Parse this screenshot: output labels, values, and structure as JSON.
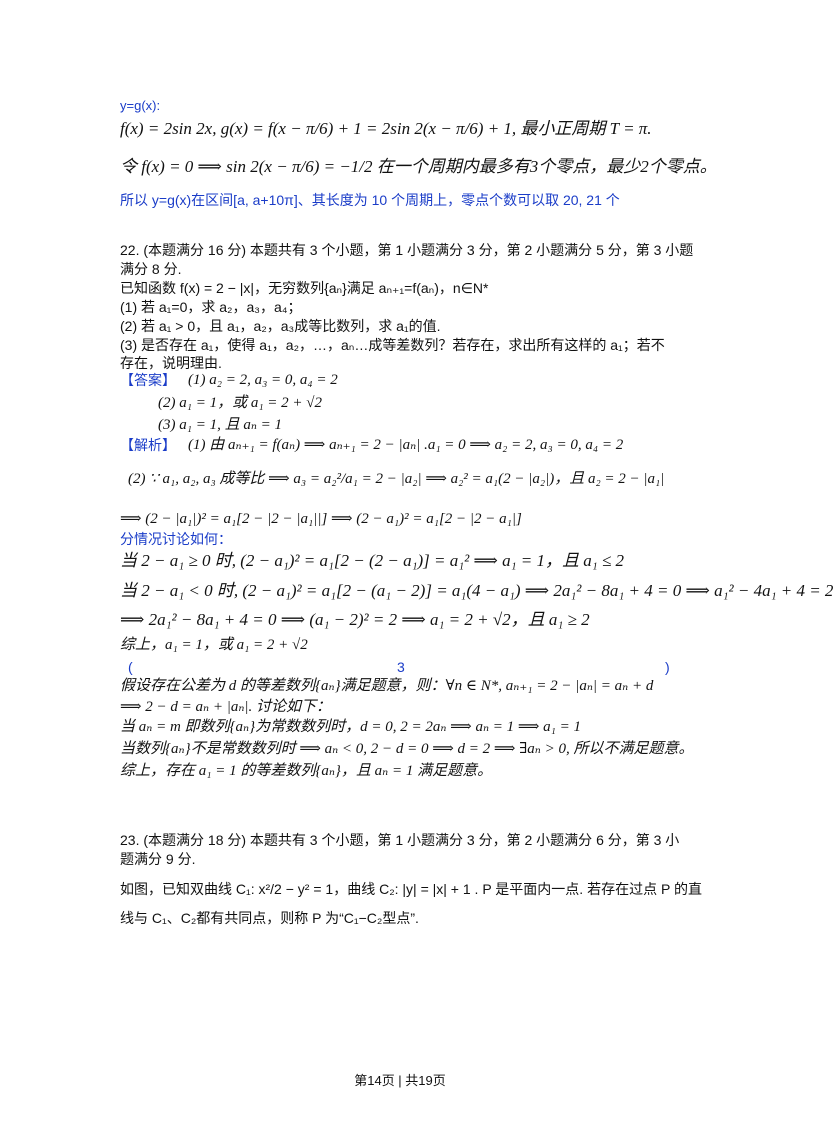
{
  "top": {
    "yg": "y=g(x):",
    "f_def": "f(x) = 2sin 2x, g(x) = f(x − π/6) + 1 = 2sin 2(x − π/6) + 1, 最小正周期 T = π.",
    "zero": "令 f(x) = 0 ⟹ sin 2(x − π/6) = −1/2 在一个周期内最多有3个零点，最少2个零点。",
    "conclusion": "所以 y=g(x)在区间[a, a+10π]、其长度为 10 个周期上，零点个数可以取 20, 21 个"
  },
  "q22": {
    "head1": "22. (本题满分 16 分) 本题共有 3 个小题，第 1 小题满分 3 分，第 2 小题满分 5 分，第 3 小题",
    "head2": "满分 8 分.",
    "given": "已知函数 f(x) = 2 − |x|，无穷数列{aₙ}满足 aₙ₊₁=f(aₙ)，n∈N*",
    "p1": "(1) 若 a₁=0，求 a₂，a₃，a₄；",
    "p2": "(2) 若 a₁ > 0，且 a₁，a₂，a₃成等比数列，求 a₁的值.",
    "p3a": "(3) 是否存在 a₁，使得 a₁，a₂，…，aₙ…成等差数列？若存在，求出所有这样的 a₁；若不",
    "p3b": "存在，说明理由.",
    "ans_tag": "【答案】",
    "ans1": "(1)   a₂ = 2, a₃ = 0, a₄ = 2",
    "ans2": "(2)   a₁ = 1，或 a₁ = 2 + √2",
    "ans3": "(3)   a₁ = 1, 且 aₙ = 1",
    "sol_tag": "【解析】",
    "sol1": "(1)   由 aₙ₊₁ = f(aₙ) ⟹ aₙ₊₁ = 2 − |aₙ| .a₁ = 0 ⟹ a₂ = 2, a₃ = 0, a₄ = 2",
    "sol2": "(2)  ∵ a₁, a₂, a₃ 成等比 ⟹ a₃ = a₂²/a₁ = 2 − |a₂| ⟹ a₂² = a₁(2 − |a₂|)，且 a₂ = 2 − |a₁|",
    "sol2b": "⟹ (2 − |a₁|)² = a₁[2 − |2 − |a₁||] ⟹ (2 − a₁)² = a₁[2 − |2 − a₁|]",
    "cases": "分情况讨论如何：",
    "case1": "当 2 − a₁ ≥ 0 时, (2 − a₁)² = a₁[2 − (2 − a₁)] = a₁² ⟹ a₁ = 1，且 a₁ ≤ 2",
    "case2": "当 2 − a₁ < 0 时, (2 − a₁)² = a₁[2 − (a₁ − 2)] = a₁(4 − a₁) ⟹ 2a₁² − 8a₁ + 4 = 0 ⟹ a₁² − 4a₁ + 4 = 2",
    "case2b": "⟹ 2a₁² − 8a₁ + 4 = 0 ⟹ (a₁ − 2)² = 2 ⟹ a₁ = 2 + √2，且 a₁ ≥ 2",
    "summary2": "综上，a₁ = 1，或 a₁ = 2 + √2",
    "p3_open": "(",
    "p3_num": "3",
    "p3_close": ")",
    "sol3a": "假设存在公差为 d 的等差数列{aₙ}满足题意，则：∀n ∈ N*, aₙ₊₁ = 2 − |aₙ| = aₙ + d",
    "sol3b": "⟹ 2 − d = aₙ + |aₙ|. 讨论如下：",
    "sol3c": "当 aₙ = m 即数列{aₙ}为常数数列时，d = 0, 2 = 2aₙ ⟹ aₙ = 1 ⟹ a₁ = 1",
    "sol3d": "当数列{aₙ}不是常数数列时 ⟹ aₙ < 0, 2 − d = 0 ⟹ d = 2 ⟹ ∃aₙ > 0, 所以不满足题意。",
    "sol3e": "综上，存在 a₁ = 1 的等差数列{aₙ}，且 aₙ = 1 满足题意。"
  },
  "q23": {
    "head1": "23. (本题满分 18 分) 本题共有 3 个小题，第 1 小题满分 3 分，第 2 小题满分 6 分，第 3 小",
    "head2": "题满分 9 分.",
    "body1": "如图，已知双曲线 C₁: x²/2 − y² = 1，曲线 C₂: |y| = |x| + 1 . P 是平面内一点. 若存在过点 P 的直",
    "body2": "线与 C₁、C₂都有共同点，则称 P 为“C₁−C₂型点”."
  },
  "footer": "第14页 | 共19页"
}
